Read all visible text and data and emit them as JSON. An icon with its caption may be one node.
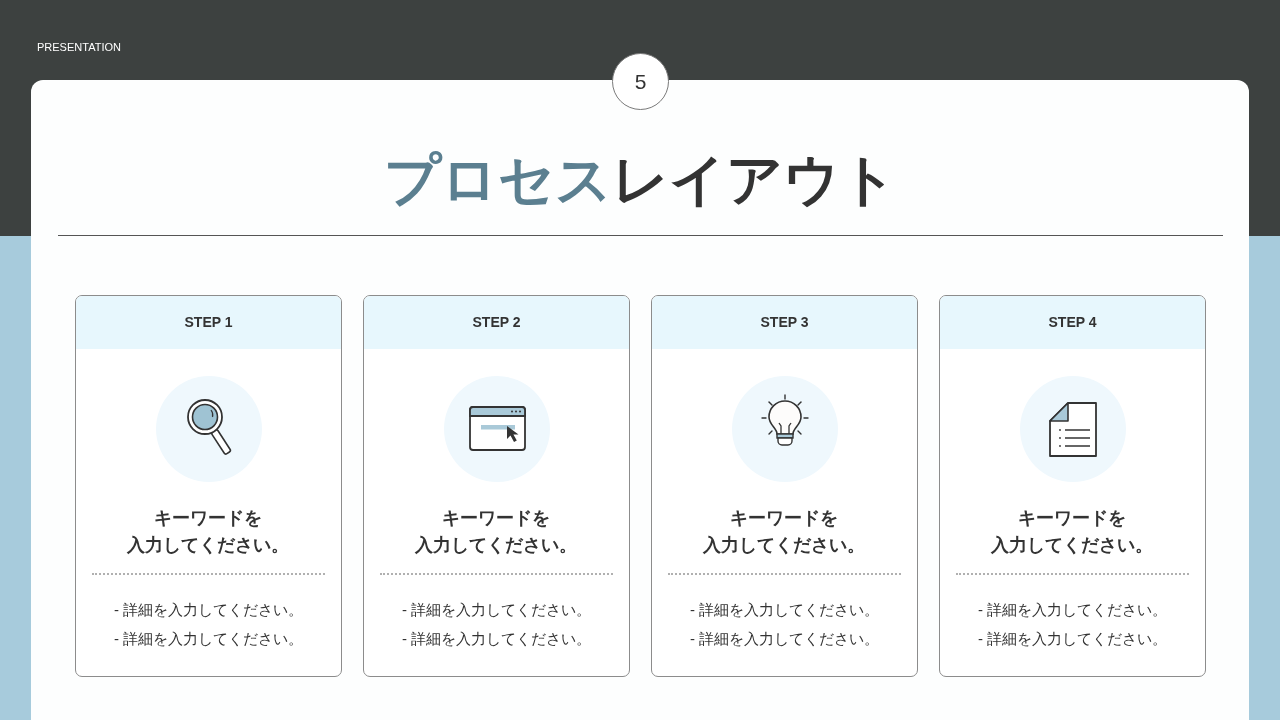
{
  "diagram": {
    "title": "**プロセス**レイアウト",
    "nodes": [
      {
        "text": [
          "5"
        ]
      },
      {
        "text": [
          "STEP 1",
          "キーワードを入力してください。",
          "- 詳細を入力してください。",
          "- 詳細を入力してください。"
        ]
      },
      {
        "text": [
          "STEP 2",
          "キーワードを入力してください。",
          "- 詳細を入力してください。",
          "- 詳細を入力してください。"
        ]
      },
      {
        "text": [
          "STEP 3",
          "キーワードを入力してください。",
          "- 詳細を入力してください。",
          "- 詳細を入力してください。"
        ]
      },
      {
        "text": [
          "STEP 4",
          "キーワードを入力してください。",
          "- 詳細を入力してください。",
          "- 詳細を入力してください。"
        ]
      }
    ],
    "labels": [
      "PRESENTATION"
    ]
  }
}
